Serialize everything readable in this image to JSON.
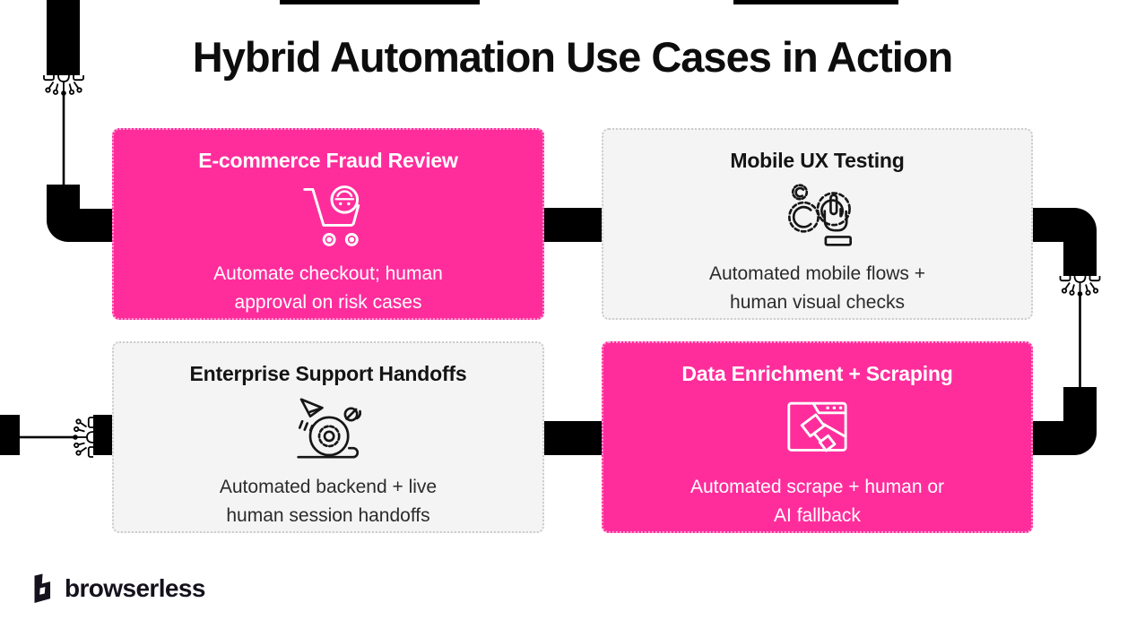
{
  "page": {
    "title": "Hybrid Automation Use Cases in Action"
  },
  "colors": {
    "pink": "#FF2D9C",
    "pink-border": "#FFA0D4",
    "gray-card": "#F4F4F4",
    "gray-border": "#CBCBCB",
    "ink": "#0D0D0D",
    "pipe": "#000000",
    "text-dark": "#2B2B2B",
    "white": "#FFFFFF",
    "logo": "#15121D"
  },
  "cards": [
    {
      "title": "E-commerce Fraud Review",
      "icon": "cart-burglar-icon",
      "variant": "pink",
      "description": "Automate checkout; human approval on risk cases",
      "description_lines": [
        "Automate checkout; human",
        "approval on risk cases"
      ]
    },
    {
      "title": "Mobile UX Testing",
      "icon": "gears-tap-finger-icon",
      "variant": "gray",
      "description": "Automated mobile flows + human visual checks",
      "description_lines": [
        "Automated mobile flows +",
        "human visual checks"
      ]
    },
    {
      "title": "Enterprise Support Handoffs",
      "icon": "paper-plane-gear-loop-icon",
      "variant": "gray",
      "description": "Automated backend + live human session handoffs",
      "description_lines": [
        "Automated backend + live",
        "human session handoffs"
      ]
    },
    {
      "title": "Data Enrichment + Scraping",
      "icon": "browser-scraper-icon",
      "variant": "pink",
      "description": "Automated scrape + human or AI fallback",
      "description_lines": [
        "Automated scrape + human or",
        "AI fallback"
      ]
    }
  ],
  "footer": {
    "brand": "browserless"
  }
}
